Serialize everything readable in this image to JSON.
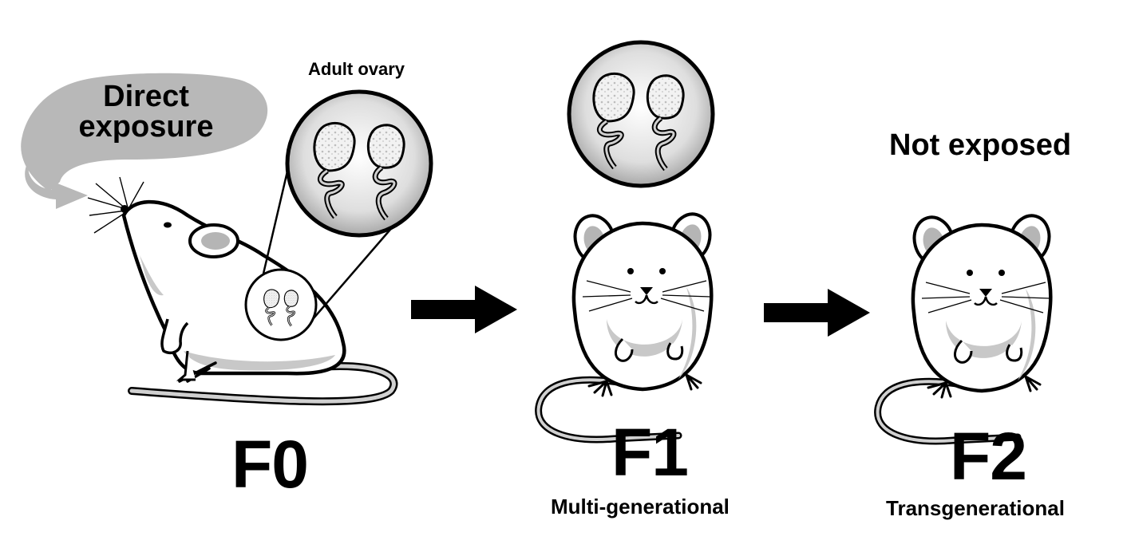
{
  "bubble": {
    "line1": "Direct",
    "line2": "exposure"
  },
  "ovary_label": "Adult ovary",
  "not_exposed_label": "Not exposed",
  "generations": [
    {
      "id": "F0",
      "label": "F0",
      "caption": ""
    },
    {
      "id": "F1",
      "label": "F1",
      "caption": "Multi-generational"
    },
    {
      "id": "F2",
      "label": "F2",
      "caption": "Transgenerational"
    }
  ],
  "colors": {
    "ink": "#000000",
    "bubble_fill": "#b8b8b8",
    "body_fill": "#ffffff",
    "shade": "#c8c8c8",
    "ovary_fill": "#d9d9d9"
  }
}
